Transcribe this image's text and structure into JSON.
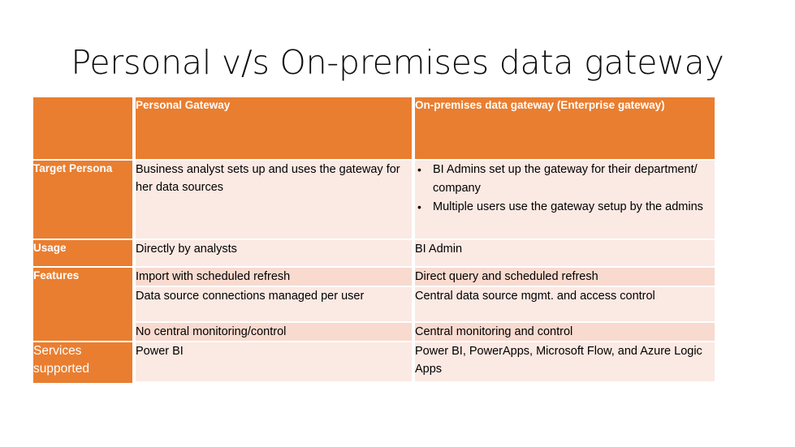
{
  "slide": {
    "title": "Personal v/s On-premises data gateway",
    "colors": {
      "accent_orange": "#E97E30",
      "row_light": "#FBE9E3",
      "row_dark": "#F8DACF",
      "header_text": "#FFFFFF",
      "body_text": "#000000",
      "background": "#FFFFFF"
    }
  },
  "table": {
    "header": {
      "corner": "",
      "personal": "Personal Gateway",
      "enterprise": "On-premises data gateway (Enterprise gateway)"
    },
    "rows": [
      {
        "label": "Target Persona",
        "personal": "Business analyst sets up and uses the gateway for her data sources",
        "enterprise_bullets": [
          "BI Admins set up the gateway for their department/ company",
          "Multiple users use the gateway setup by the admins"
        ]
      },
      {
        "label": "Usage",
        "personal": "Directly by analysts",
        "enterprise": "BI Admin"
      },
      {
        "label": "Features",
        "sub_rows": [
          {
            "personal": "Import with scheduled refresh",
            "enterprise": "Direct query and scheduled refresh"
          },
          {
            "personal": "Data source connections managed per user",
            "enterprise": "Central data source mgmt. and access control"
          },
          {
            "personal": "No central monitoring/control",
            "enterprise": "Central monitoring and control"
          }
        ]
      },
      {
        "label": "Services supported",
        "personal": "Power BI",
        "enterprise": "Power BI, PowerApps, Microsoft Flow, and Azure Logic Apps"
      }
    ]
  }
}
